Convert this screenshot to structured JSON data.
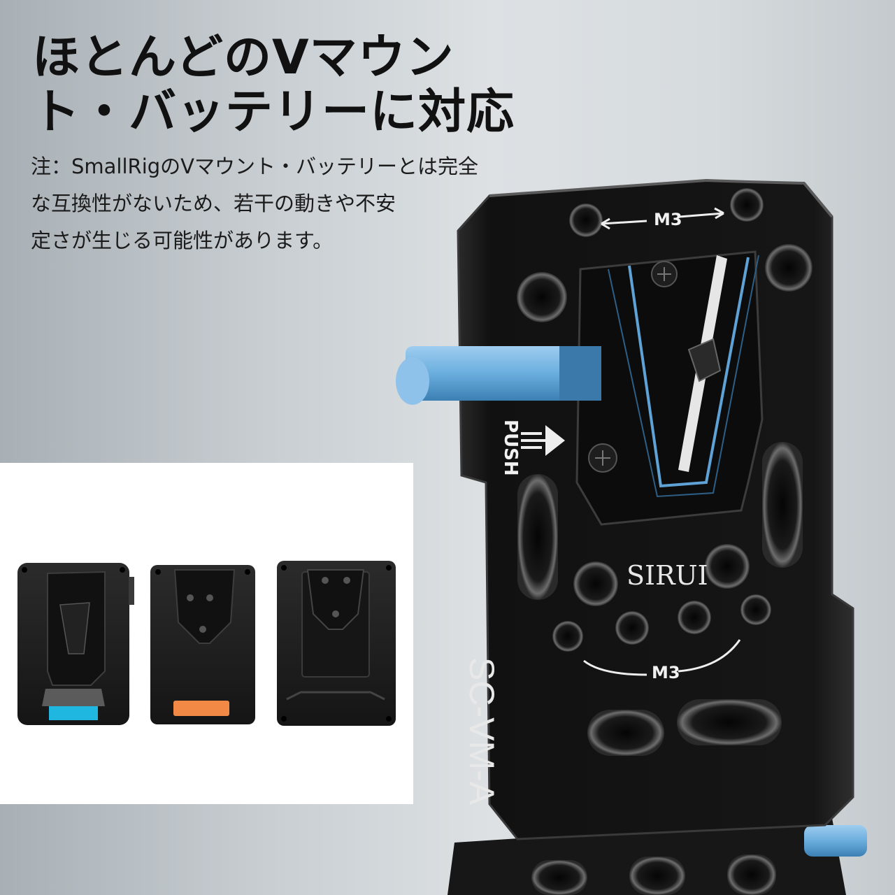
{
  "headline": {
    "line1": "ほとんどのVマウン",
    "line2": "ト・バッテリーに対応"
  },
  "note": {
    "line1": "注：SmallRigのVマウント・バッテリーとは完全",
    "line2": "な互換性がないため、若干の動きや不安",
    "line3": "定さが生じる可能性があります。"
  },
  "plate": {
    "brand": "SIRUI",
    "model": "SC-VM-A",
    "thread_label_top": "M3",
    "thread_label_bottom": "M3",
    "push_label": "PUSH"
  },
  "colors": {
    "accent_blue": "#5fa3d6",
    "plate_black": "#141414",
    "battery_cyan": "#1fb7e0",
    "battery_orange": "#f28a45"
  }
}
